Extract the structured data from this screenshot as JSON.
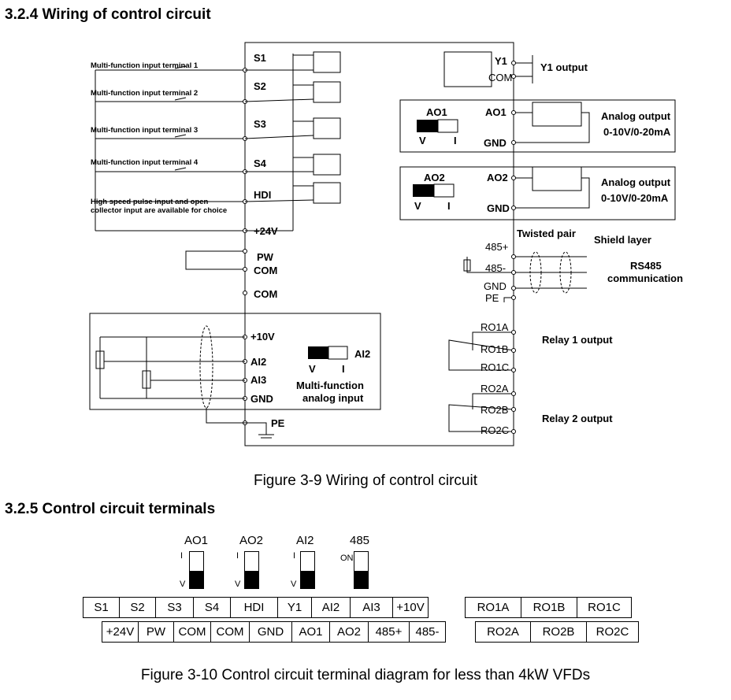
{
  "headings": {
    "wiring": "3.2.4 Wiring of control circuit",
    "terminals": "3.2.5 Control circuit terminals"
  },
  "captions": {
    "fig9": "Figure 3-9 Wiring of control circuit",
    "fig10": "Figure 3-10 Control circuit terminal diagram for less than 4kW VFDs"
  },
  "wiring": {
    "inputs": {
      "mf1": "Multi-function input terminal 1",
      "mf2": "Multi-function input terminal 2",
      "mf3": "Multi-function input terminal 3",
      "mf4": "Multi-function input terminal  4",
      "hs1": "High speed pulse input and open",
      "hs2": "collector input are available for choice"
    },
    "left_terminals": {
      "s1": "S1",
      "s2": "S2",
      "s3": "S3",
      "s4": "S4",
      "hdi": "HDI",
      "p24": "+24V",
      "pw": "PW",
      "com1": "COM",
      "com2": "COM",
      "p10": "+10V",
      "ai2": "AI2",
      "ai3": "AI3",
      "gnd": "GND",
      "pe": "PE"
    },
    "analog_box": {
      "switch_label": "AI2",
      "v": "V",
      "i": "I",
      "desc1": "Multi-function",
      "desc2": "analog input"
    },
    "y1": {
      "y1": "Y1",
      "com": "COM",
      "label": "Y1 output"
    },
    "ao1": {
      "switch_label": "AO1",
      "v": "V",
      "i": "I",
      "term": "AO1",
      "gnd": "GND",
      "label1": "Analog output",
      "label2": "0-10V/0-20mA"
    },
    "ao2": {
      "switch_label": "AO2",
      "v": "V",
      "i": "I",
      "term": "AO2",
      "gnd": "GND",
      "label1": "Analog output",
      "label2": "0-10V/0-20mA"
    },
    "rs485": {
      "p": "485+",
      "n": "485-",
      "gnd": "GND",
      "pe": "PE",
      "twisted": "Twisted pair",
      "shield": "Shield layer",
      "label1": "RS485",
      "label2": "communication"
    },
    "relays": {
      "ro1a": "RO1A",
      "ro1b": "RO1B",
      "ro1c": "RO1C",
      "r1": "Relay 1 output",
      "ro2a": "RO2A",
      "ro2b": "RO2B",
      "ro2c": "RO2C",
      "r2": "Relay 2 output"
    }
  },
  "switches": [
    {
      "name": "AO1",
      "top": "I",
      "bottom": "V"
    },
    {
      "name": "AO2",
      "top": "I",
      "bottom": "V"
    },
    {
      "name": "AI2",
      "top": "I",
      "bottom": "V"
    },
    {
      "name": "485",
      "top": "ON",
      "bottom": ""
    }
  ],
  "terminal_strip": {
    "top_left": [
      "S1",
      "S2",
      "S3",
      "S4",
      "HDI",
      "Y1",
      "AI2",
      "AI3",
      "+10V"
    ],
    "bottom_left": [
      "+24V",
      "PW",
      "COM",
      "COM",
      "GND",
      "AO1",
      "AO2",
      "485+",
      "485-"
    ],
    "top_right": [
      "RO1A",
      "RO1B",
      "RO1C"
    ],
    "bottom_right": [
      "RO2A",
      "RO2B",
      "RO2C"
    ]
  }
}
